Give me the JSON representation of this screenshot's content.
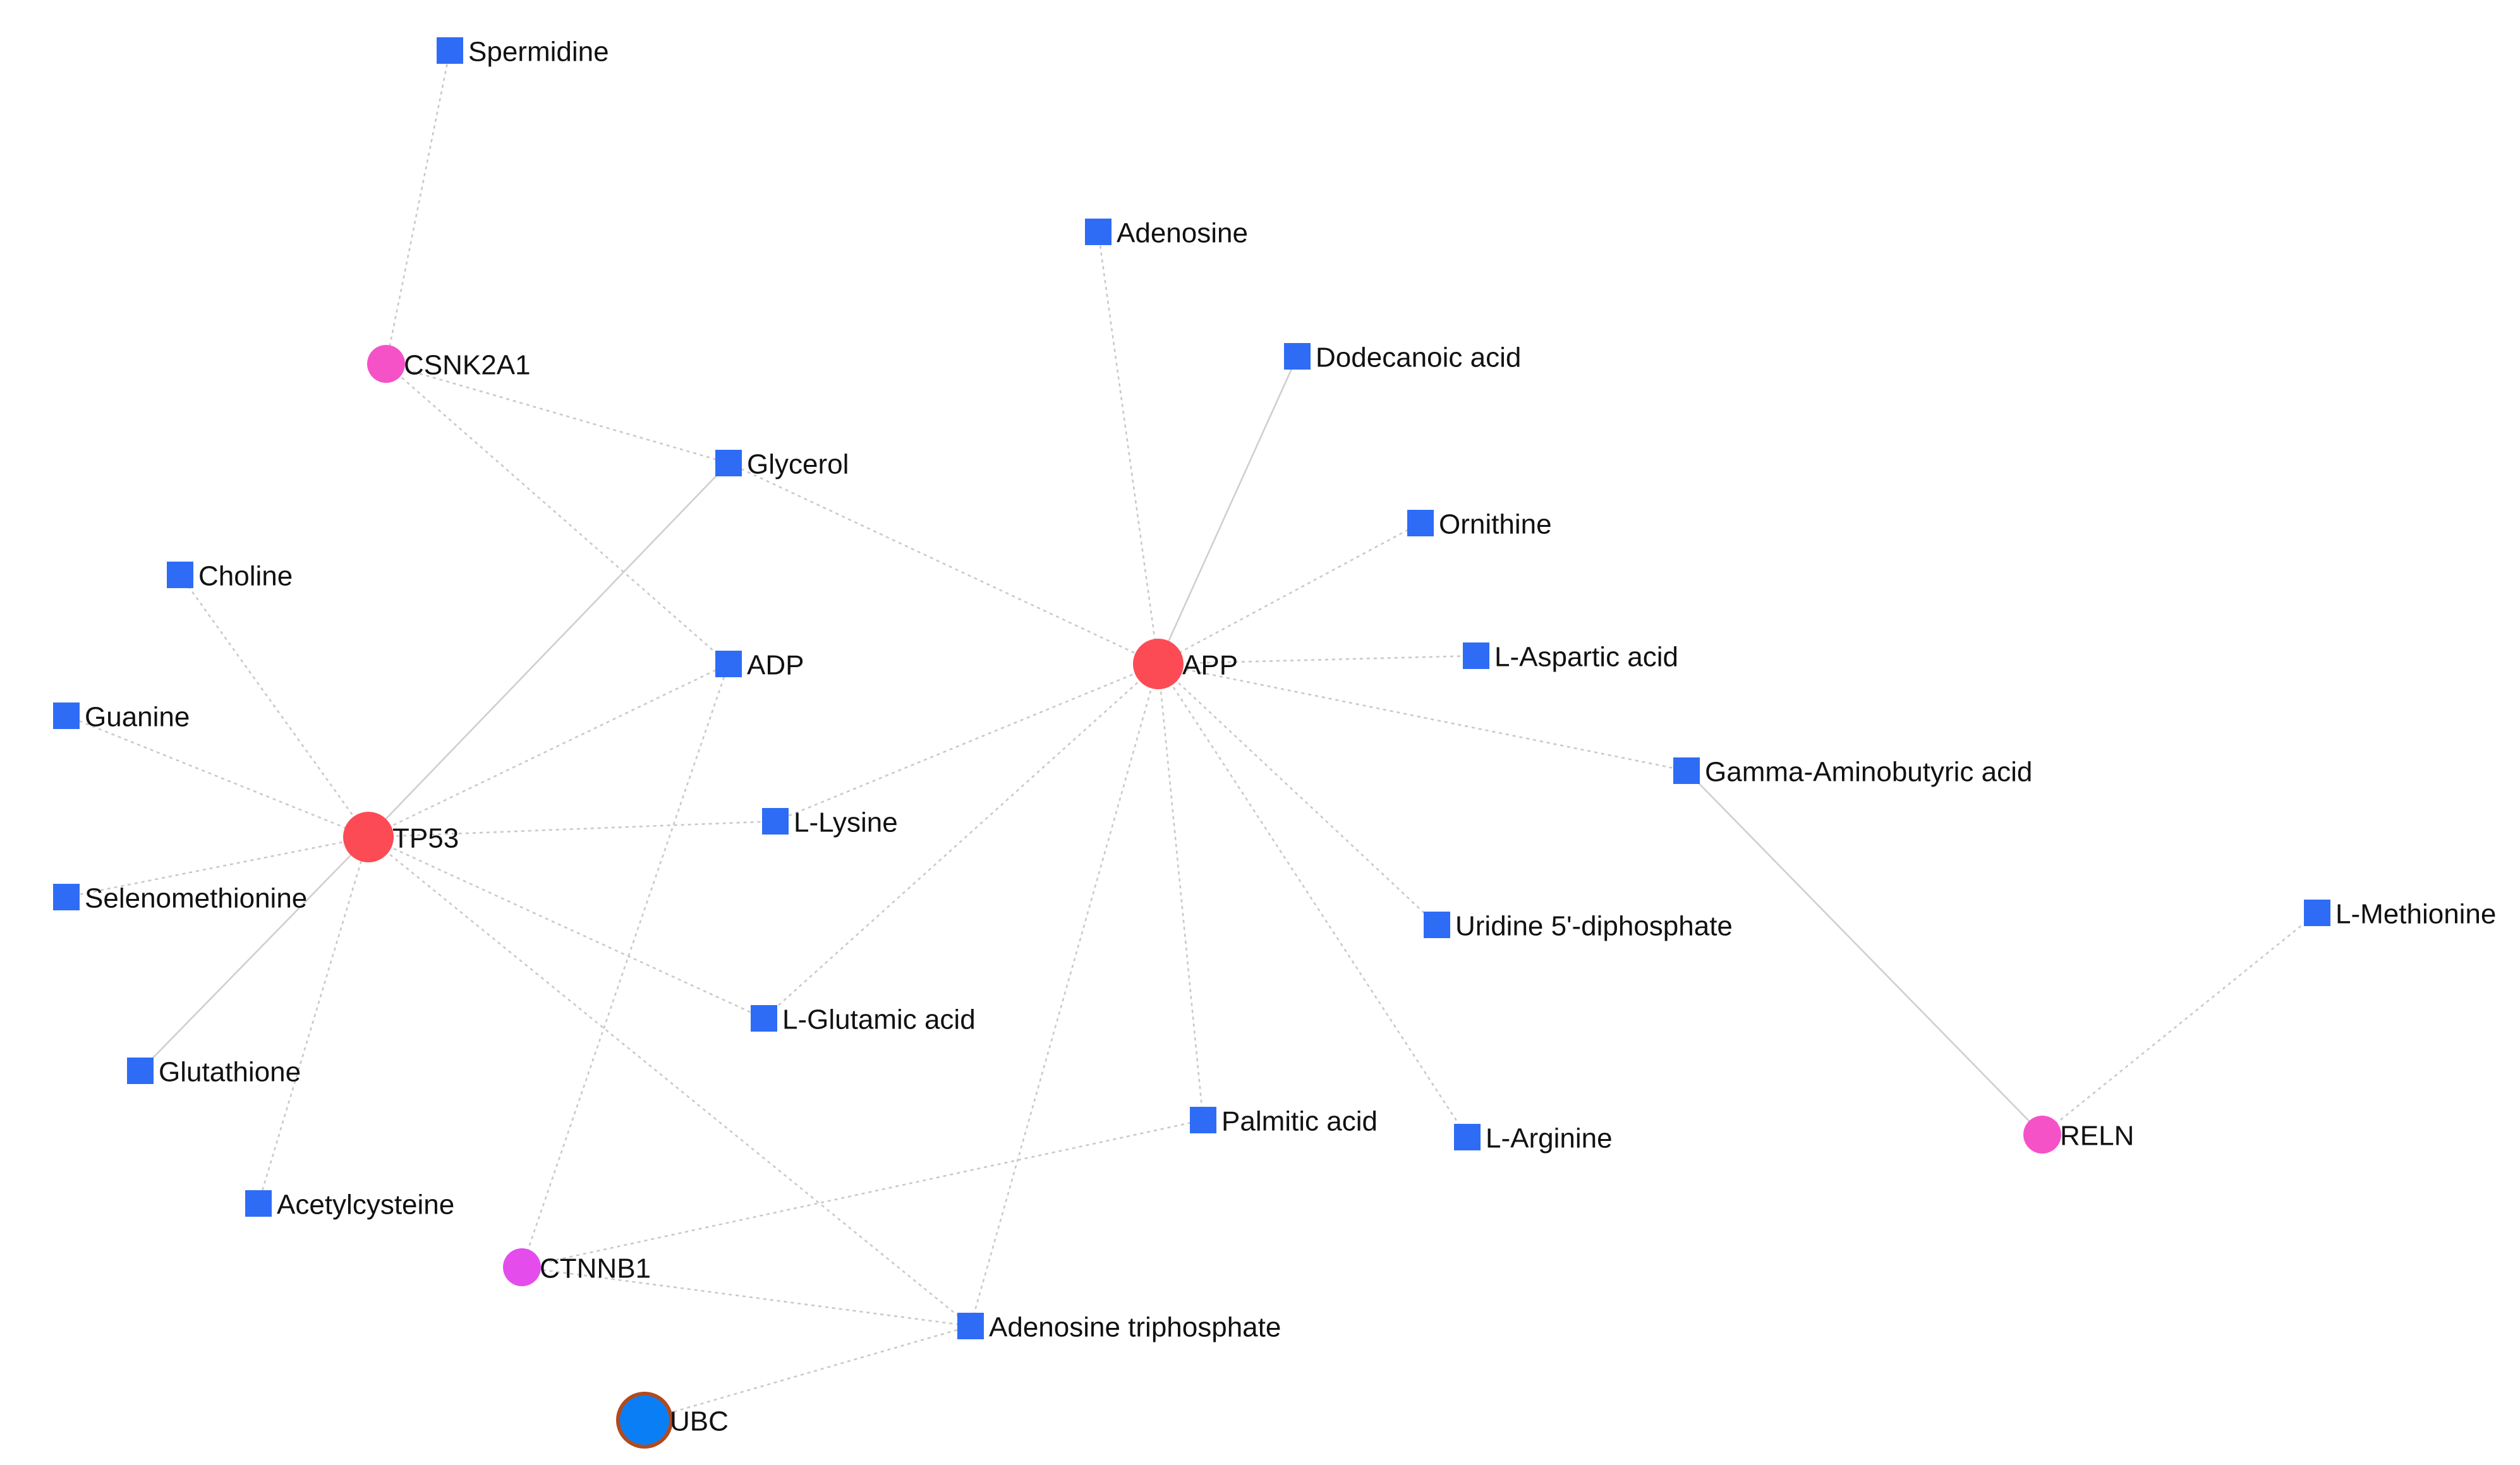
{
  "colors": {
    "metabolite": "#2e6cf5",
    "hub_gene": "#fc4b55",
    "gene": "#f552c8",
    "gene_ctnnb1": "#e54cec",
    "ubc_fill": "#0a7ff5",
    "ubc_border": "#b14a1f",
    "edge": "#c9c9c9"
  },
  "icons": {
    "metabolite": "blue-square",
    "gene": "circle"
  },
  "nodes": [
    {
      "id": "Spermidine",
      "label": "Spermidine",
      "kind": "metabolite"
    },
    {
      "id": "Adenosine",
      "label": "Adenosine",
      "kind": "metabolite"
    },
    {
      "id": "CSNK2A1",
      "label": "CSNK2A1",
      "kind": "gene"
    },
    {
      "id": "Dodecanoic",
      "label": "Dodecanoic acid",
      "kind": "metabolite"
    },
    {
      "id": "Glycerol",
      "label": "Glycerol",
      "kind": "metabolite"
    },
    {
      "id": "Ornithine",
      "label": "Ornithine",
      "kind": "metabolite"
    },
    {
      "id": "Choline",
      "label": "Choline",
      "kind": "metabolite"
    },
    {
      "id": "ADP",
      "label": "ADP",
      "kind": "metabolite"
    },
    {
      "id": "APP",
      "label": "APP",
      "kind": "hub_gene"
    },
    {
      "id": "Aspartic",
      "label": "L-Aspartic acid",
      "kind": "metabolite"
    },
    {
      "id": "Guanine",
      "label": "Guanine",
      "kind": "metabolite"
    },
    {
      "id": "GABA",
      "label": "Gamma-Aminobutyric acid",
      "kind": "metabolite"
    },
    {
      "id": "TP53",
      "label": "TP53",
      "kind": "hub_gene"
    },
    {
      "id": "Lysine",
      "label": "L-Lysine",
      "kind": "metabolite"
    },
    {
      "id": "Selenomethionine",
      "label": "Selenomethionine",
      "kind": "metabolite"
    },
    {
      "id": "UDP",
      "label": "Uridine 5'-diphosphate",
      "kind": "metabolite"
    },
    {
      "id": "Methionine",
      "label": "L-Methionine",
      "kind": "metabolite"
    },
    {
      "id": "Glutamic",
      "label": "L-Glutamic acid",
      "kind": "metabolite"
    },
    {
      "id": "Glutathione",
      "label": "Glutathione",
      "kind": "metabolite"
    },
    {
      "id": "Palmitic",
      "label": "Palmitic acid",
      "kind": "metabolite"
    },
    {
      "id": "Arginine",
      "label": "L-Arginine",
      "kind": "metabolite"
    },
    {
      "id": "RELN",
      "label": "RELN",
      "kind": "gene"
    },
    {
      "id": "Acetylcysteine",
      "label": "Acetylcysteine",
      "kind": "metabolite"
    },
    {
      "id": "CTNNB1",
      "label": "CTNNB1",
      "kind": "gene_ctnnb1"
    },
    {
      "id": "ATP",
      "label": "Adenosine triphosphate",
      "kind": "metabolite"
    },
    {
      "id": "UBC",
      "label": "UBC",
      "kind": "ubc"
    }
  ],
  "edges": [
    [
      "Spermidine",
      "CSNK2A1"
    ],
    [
      "CSNK2A1",
      "Glycerol"
    ],
    [
      "CSNK2A1",
      "ADP"
    ],
    [
      "Glycerol",
      "APP"
    ],
    [
      "Glycerol",
      "TP53"
    ],
    [
      "Adenosine",
      "APP"
    ],
    [
      "Dodecanoic",
      "APP"
    ],
    [
      "Ornithine",
      "APP"
    ],
    [
      "APP",
      "Aspartic"
    ],
    [
      "APP",
      "GABA"
    ],
    [
      "APP",
      "UDP"
    ],
    [
      "APP",
      "Arginine"
    ],
    [
      "APP",
      "Palmitic"
    ],
    [
      "APP",
      "ATP"
    ],
    [
      "APP",
      "Glutamic"
    ],
    [
      "APP",
      "Lysine"
    ],
    [
      "Choline",
      "TP53"
    ],
    [
      "Guanine",
      "TP53"
    ],
    [
      "Selenomethionine",
      "TP53"
    ],
    [
      "Glutathione",
      "TP53"
    ],
    [
      "Acetylcysteine",
      "TP53"
    ],
    [
      "TP53",
      "ADP"
    ],
    [
      "TP53",
      "Lysine"
    ],
    [
      "TP53",
      "Glutamic"
    ],
    [
      "TP53",
      "ATP"
    ],
    [
      "ADP",
      "CTNNB1"
    ],
    [
      "CTNNB1",
      "Palmitic"
    ],
    [
      "CTNNB1",
      "ATP"
    ],
    [
      "ATP",
      "UBC"
    ],
    [
      "GABA",
      "RELN"
    ],
    [
      "Methionine",
      "RELN"
    ]
  ]
}
